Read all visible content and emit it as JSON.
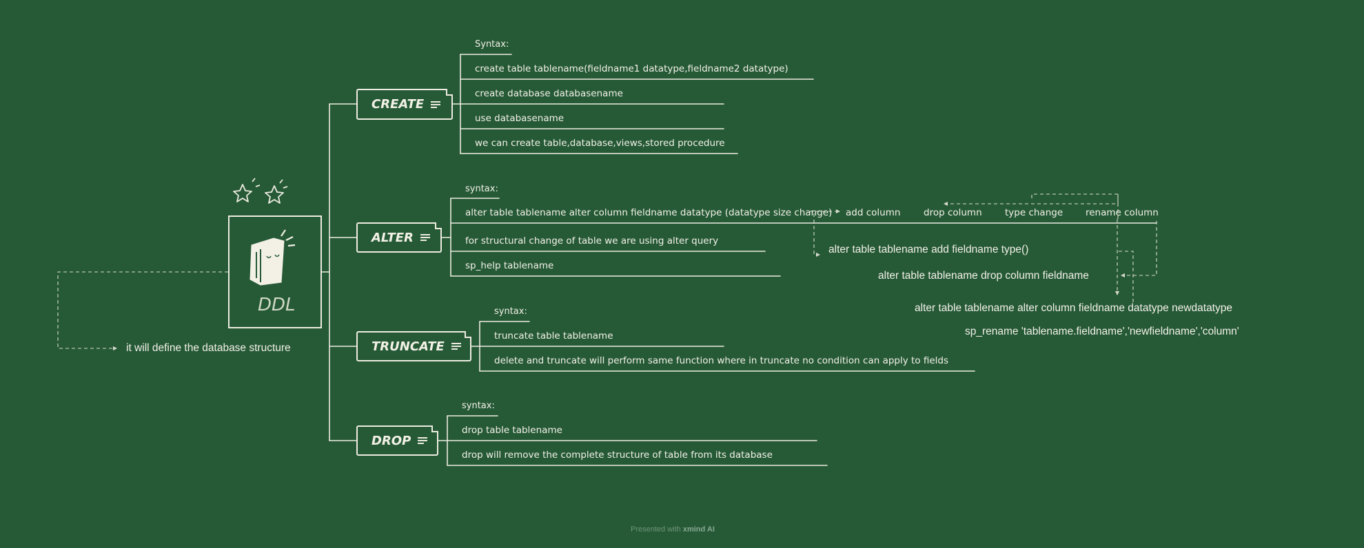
{
  "root": {
    "label": "DDL",
    "description": "it will define the database structure"
  },
  "branches": {
    "create": {
      "label": "CREATE",
      "items": [
        "Syntax:",
        "create table tablename(fieldname1 datatype,fieldname2 datatype)",
        "create database databasename",
        "use databasename",
        "we can create table,database,views,stored procedure"
      ]
    },
    "alter": {
      "label": "ALTER",
      "items": [
        "syntax:",
        "alter table tablename alter column fieldname datatype (datatype size change)",
        "for structural change of table we are using alter query",
        "sp_help tablename"
      ],
      "sub": [
        "add column",
        "drop column",
        "type change",
        "rename column"
      ],
      "notes": [
        "alter table tablename add fieldname type()",
        "alter table tablename drop column fieldname",
        "alter table tablename alter column fieldname datatype newdatatype",
        "sp_rename 'tablename.fieldname','newfieldname','column'"
      ]
    },
    "truncate": {
      "label": "TRUNCATE",
      "items": [
        "syntax:",
        "truncate table tablename",
        "delete and truncate will perform same function where in truncate no condition can apply to fields"
      ]
    },
    "drop": {
      "label": "DROP",
      "items": [
        "syntax:",
        "drop table tablename",
        "drop will remove the complete structure of table from its database"
      ]
    }
  },
  "footer": {
    "prefix": "Presented with ",
    "brand": "xmind AI"
  }
}
